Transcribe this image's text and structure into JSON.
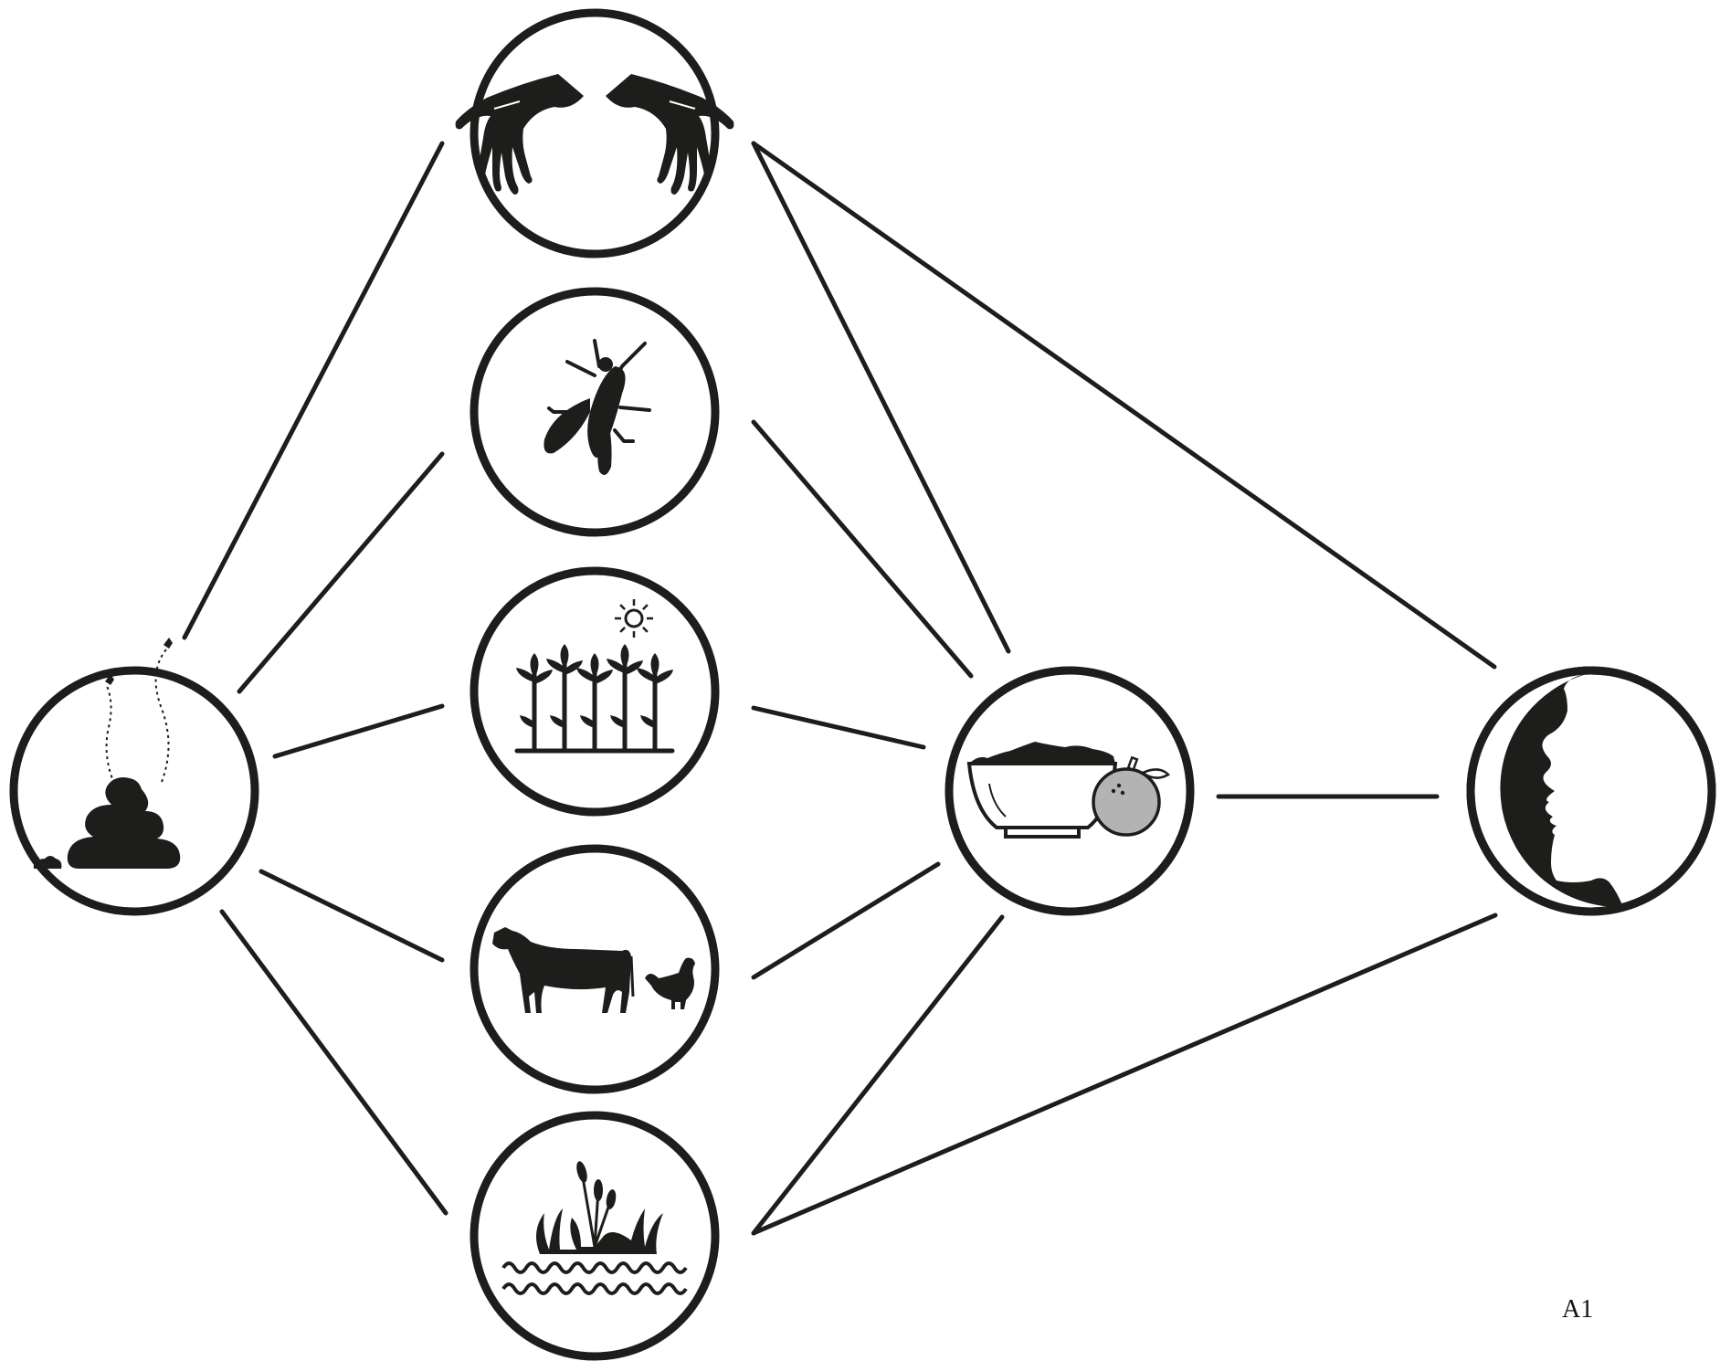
{
  "diagram": {
    "corner_label": "A1",
    "nodes": [
      {
        "id": "feces",
        "icon": "feces-icon"
      },
      {
        "id": "hands",
        "icon": "hands-icon"
      },
      {
        "id": "flies",
        "icon": "fly-icon"
      },
      {
        "id": "fields",
        "icon": "crops-icon"
      },
      {
        "id": "livestock",
        "icon": "livestock-icon"
      },
      {
        "id": "water",
        "icon": "water-icon"
      },
      {
        "id": "food",
        "icon": "food-bowl-icon"
      },
      {
        "id": "mouth",
        "icon": "mouth-face-icon"
      }
    ],
    "edges": [
      [
        "feces",
        "hands"
      ],
      [
        "feces",
        "flies"
      ],
      [
        "feces",
        "fields"
      ],
      [
        "feces",
        "livestock"
      ],
      [
        "feces",
        "water"
      ],
      [
        "hands",
        "food"
      ],
      [
        "hands",
        "mouth"
      ],
      [
        "flies",
        "food"
      ],
      [
        "fields",
        "food"
      ],
      [
        "livestock",
        "food"
      ],
      [
        "water",
        "food"
      ],
      [
        "water",
        "mouth"
      ],
      [
        "food",
        "mouth"
      ]
    ],
    "colors": {
      "ink": "#1d1d1b",
      "fruit": "#b3b3b3"
    }
  }
}
